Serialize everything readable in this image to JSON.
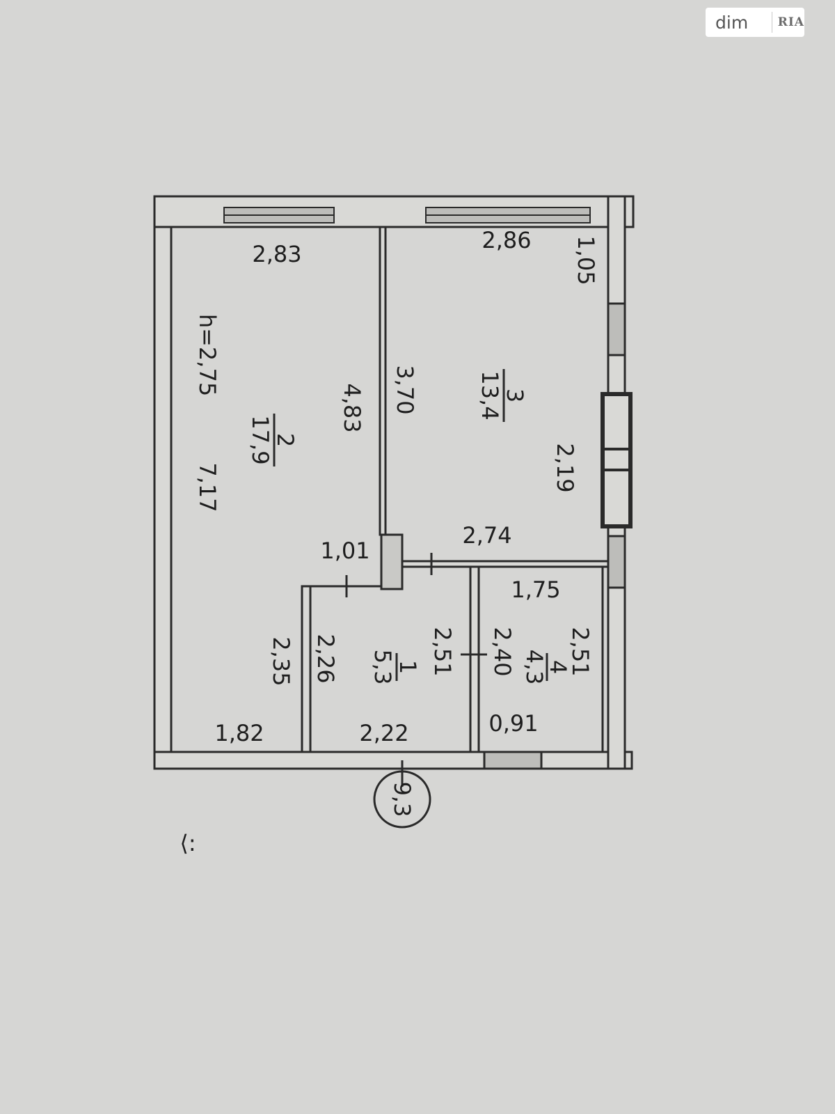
{
  "watermark": {
    "brand": "dim",
    "logo": "RIA"
  },
  "plan": {
    "ceiling_height": "h=2,75",
    "rooms": [
      {
        "number": "2",
        "area": "17,9"
      },
      {
        "number": "3",
        "area": "13,4"
      },
      {
        "number": "1",
        "area": "5,3"
      },
      {
        "number": "4",
        "area": "4,3"
      }
    ],
    "dimensions": {
      "r2_top": "2,83",
      "r2_right": "4,83",
      "r2_left": "7,17",
      "r2_step": "1,01",
      "r2_lower_right": "2,35",
      "r2_bottom": "1,82",
      "r3_top": "2,86",
      "r3_corner": "1,05",
      "r3_left": "3,70",
      "r3_right": "2,19",
      "r3_bottom": "2,74",
      "r1_left": "2,26",
      "r1_right": "2,51",
      "r1_bottom": "2,22",
      "r4_top": "1,75",
      "r4_left": "2,40",
      "r4_right": "2,51",
      "r4_bottom": "0,91"
    },
    "marker": "9,3",
    "corner_note": "⟨:"
  }
}
